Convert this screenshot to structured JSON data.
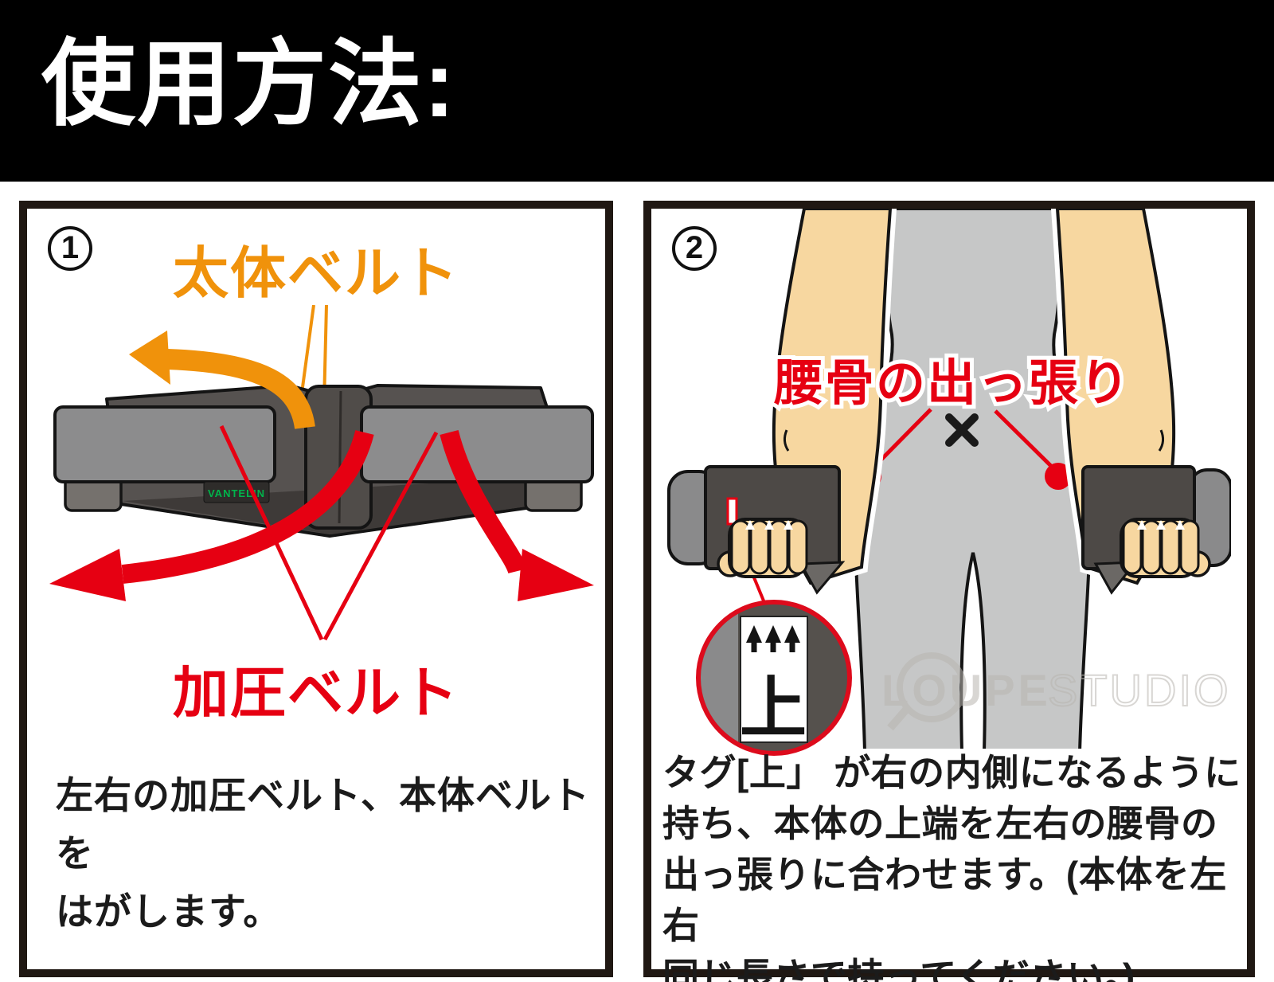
{
  "header": {
    "title": "使用方法:"
  },
  "panel1": {
    "number": "1",
    "top_label": "太体ベルト",
    "bottom_label": "加圧ベルト",
    "brand": "VANTELIN",
    "caption_line1": "左右の加圧ベルト、本体ベルトを",
    "caption_line2": "はがします。"
  },
  "panel2": {
    "number": "2",
    "label": "腰骨の出っ張り",
    "tag_character": "上",
    "caption_line1": "タグ[上」 が右の内側になるように",
    "caption_line2": "持ち、本体の上端を左右の腰骨の",
    "caption_line3": "出っ張りに合わせます。(本体を左右",
    "caption_line4": "同じ長さで持ってください。)",
    "watermark_word1": "LOUPE",
    "watermark_word2": "STUDIO"
  },
  "colors": {
    "accent_orange": "#F0920B",
    "accent_red": "#E60012",
    "brand_green": "#00B44B",
    "belt_dark": "#565250",
    "pad_gray": "#8C8C8D",
    "skin": "#F7D7A0",
    "clothing_gray": "#C6C7C7"
  }
}
